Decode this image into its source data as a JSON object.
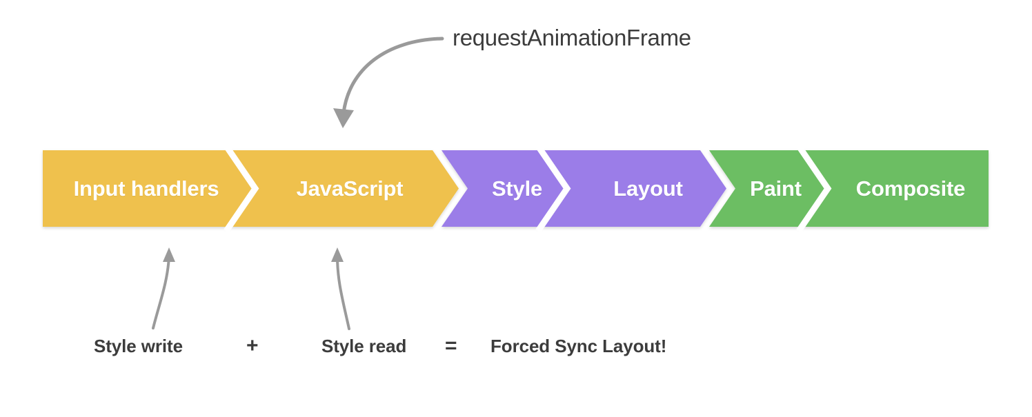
{
  "diagram": {
    "title_annotation": "requestAnimationFrame",
    "pipeline": {
      "segments": [
        {
          "label": "Input handlers",
          "color": "#EFC14E",
          "group": "javascript"
        },
        {
          "label": "JavaScript",
          "color": "#EFC14E",
          "group": "javascript"
        },
        {
          "label": "Style",
          "color": "#9B7DE8",
          "group": "rendering"
        },
        {
          "label": "Layout",
          "color": "#9B7DE8",
          "group": "rendering"
        },
        {
          "label": "Paint",
          "color": "#6CBE63",
          "group": "painting"
        },
        {
          "label": "Composite",
          "color": "#6CBE63",
          "group": "painting"
        }
      ],
      "separator_color": "#ffffff",
      "label_color": "#ffffff"
    },
    "annotations": {
      "raf": "requestAnimationFrame",
      "style_write": "Style write",
      "plus": "+",
      "style_read": "Style read",
      "equals": "=",
      "result": "Forced Sync Layout!"
    },
    "arrow_color": "#9a9a9a",
    "arrows": [
      {
        "name": "raf-arrow",
        "from": "requestAnimationFrame label",
        "to": "JavaScript segment"
      },
      {
        "name": "style-write-arrow",
        "from": "Style write label",
        "to": "Input handlers segment"
      },
      {
        "name": "style-read-arrow",
        "from": "Style read label",
        "to": "JavaScript segment"
      }
    ]
  }
}
